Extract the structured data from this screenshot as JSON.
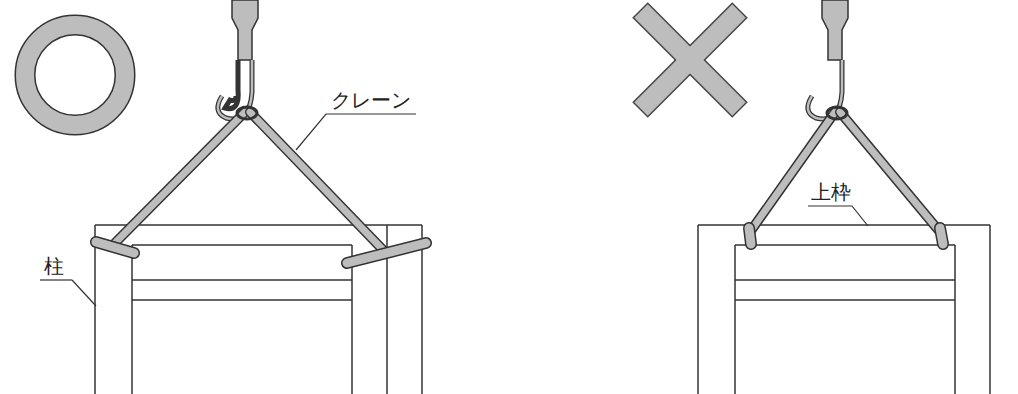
{
  "diagram": {
    "labels": [
      "クレーン",
      "柱",
      "上枠"
    ]
  }
}
